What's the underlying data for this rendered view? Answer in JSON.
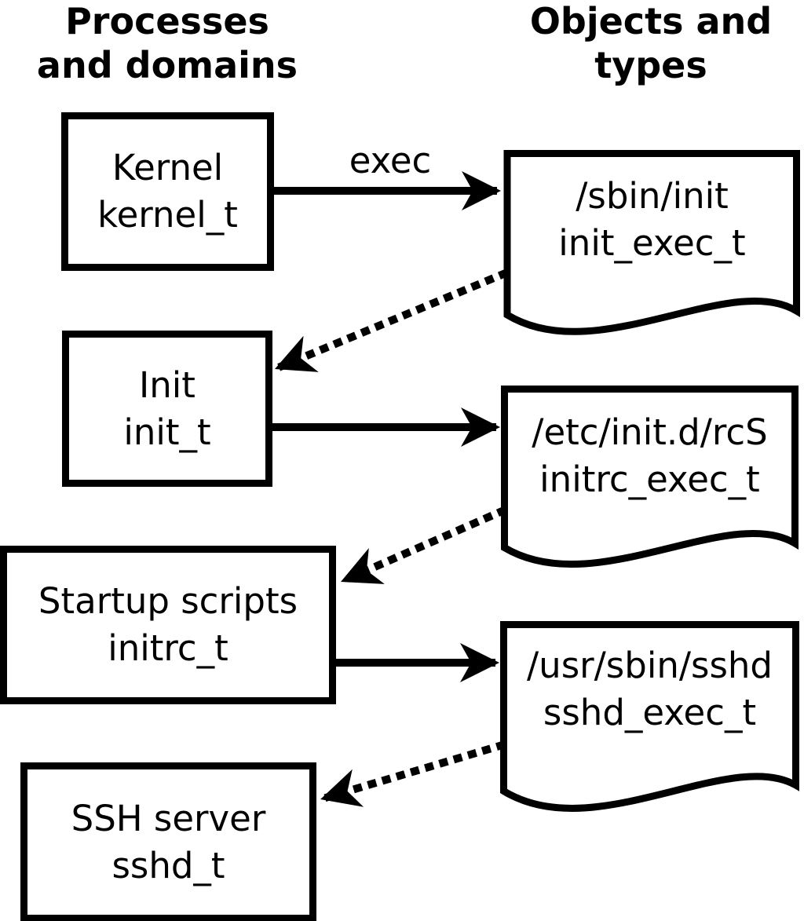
{
  "colors": {
    "ink": "#000000",
    "paper": "#ffffff"
  },
  "headers": {
    "left": "Processes\nand domains",
    "right": "Objects and\ntypes"
  },
  "edge_labels": {
    "exec": "exec"
  },
  "processes": [
    {
      "label": "Kernel",
      "type": "kernel_t"
    },
    {
      "label": "Init",
      "type": "init_t"
    },
    {
      "label": "Startup scripts",
      "type": "initrc_t"
    },
    {
      "label": "SSH server",
      "type": "sshd_t"
    }
  ],
  "objects": [
    {
      "path": "/sbin/init",
      "type": "init_exec_t"
    },
    {
      "path": "/etc/init.d/rcS",
      "type": "initrc_exec_t"
    },
    {
      "path": "/usr/sbin/sshd",
      "type": "sshd_exec_t"
    }
  ]
}
